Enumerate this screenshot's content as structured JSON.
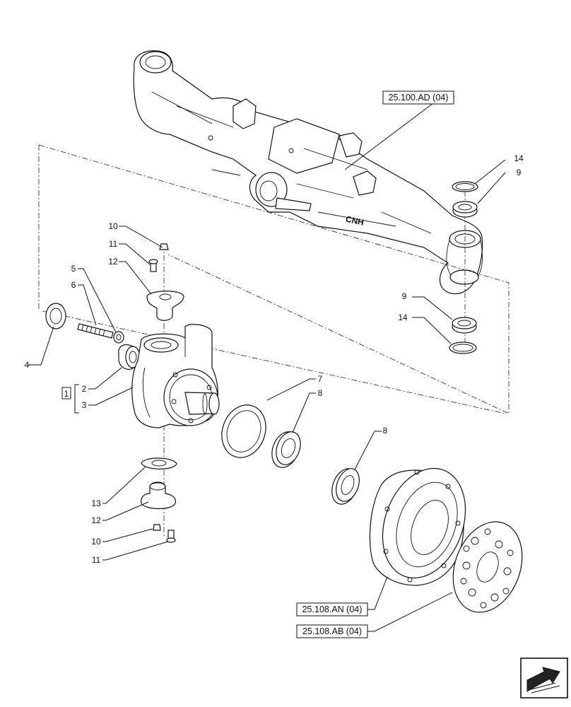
{
  "references": {
    "axle_housing": "25.100.AD (04)",
    "hub_carrier": "25.108.AN (04)",
    "hub_plate": "25.108.AB (04)"
  },
  "callouts": {
    "c1": "1",
    "c2": "2",
    "c3": "3",
    "c4": "4",
    "c5": "5",
    "c6": "6",
    "c7": "7",
    "c8a": "8",
    "c8b": "8",
    "c9a": "9",
    "c9b": "9",
    "c10a": "10",
    "c10b": "10",
    "c11a": "11",
    "c11b": "11",
    "c12a": "12",
    "c12b": "12",
    "c13": "13",
    "c14a": "14",
    "c14b": "14"
  },
  "axle_logo": "CNH",
  "icons": {
    "corner": "next-page-arrow-icon"
  }
}
